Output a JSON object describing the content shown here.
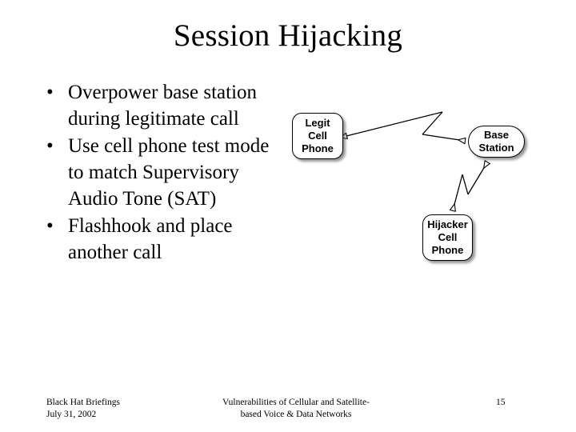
{
  "slide": {
    "title": "Session Hijacking",
    "background_color": "#ffffff",
    "text_color": "#000000"
  },
  "bullets": [
    {
      "marker": "•",
      "text": "Overpower base station during legitimate call"
    },
    {
      "marker": "•",
      "text": "Use cell phone test mode to match Supervisory Audio Tone (SAT)"
    },
    {
      "marker": "•",
      "text": "Flashhook and place another call"
    }
  ],
  "diagram": {
    "type": "network-diagram",
    "nodes": [
      {
        "id": "legit",
        "lines": [
          "Legit",
          "Cell",
          "Phone"
        ]
      },
      {
        "id": "base",
        "lines": [
          "Base",
          "Station"
        ]
      },
      {
        "id": "hijacker",
        "lines": [
          "Hijacker",
          "Cell",
          "Phone"
        ]
      }
    ],
    "connectors": [
      {
        "id": "legit-base",
        "from": "base",
        "to": "legit",
        "style": "zigzag",
        "arrowheads": "both"
      },
      {
        "id": "hijacker-base",
        "from": "hijacker",
        "to": "base",
        "style": "zigzag",
        "arrowheads": "both"
      }
    ]
  },
  "footer": {
    "left_line1": "Black Hat Briefings",
    "left_line2": "July 31, 2002",
    "center_line1": "Vulnerabilities of Cellular and Satellite-",
    "center_line2": "based Voice & Data Networks",
    "page_number": "15"
  }
}
